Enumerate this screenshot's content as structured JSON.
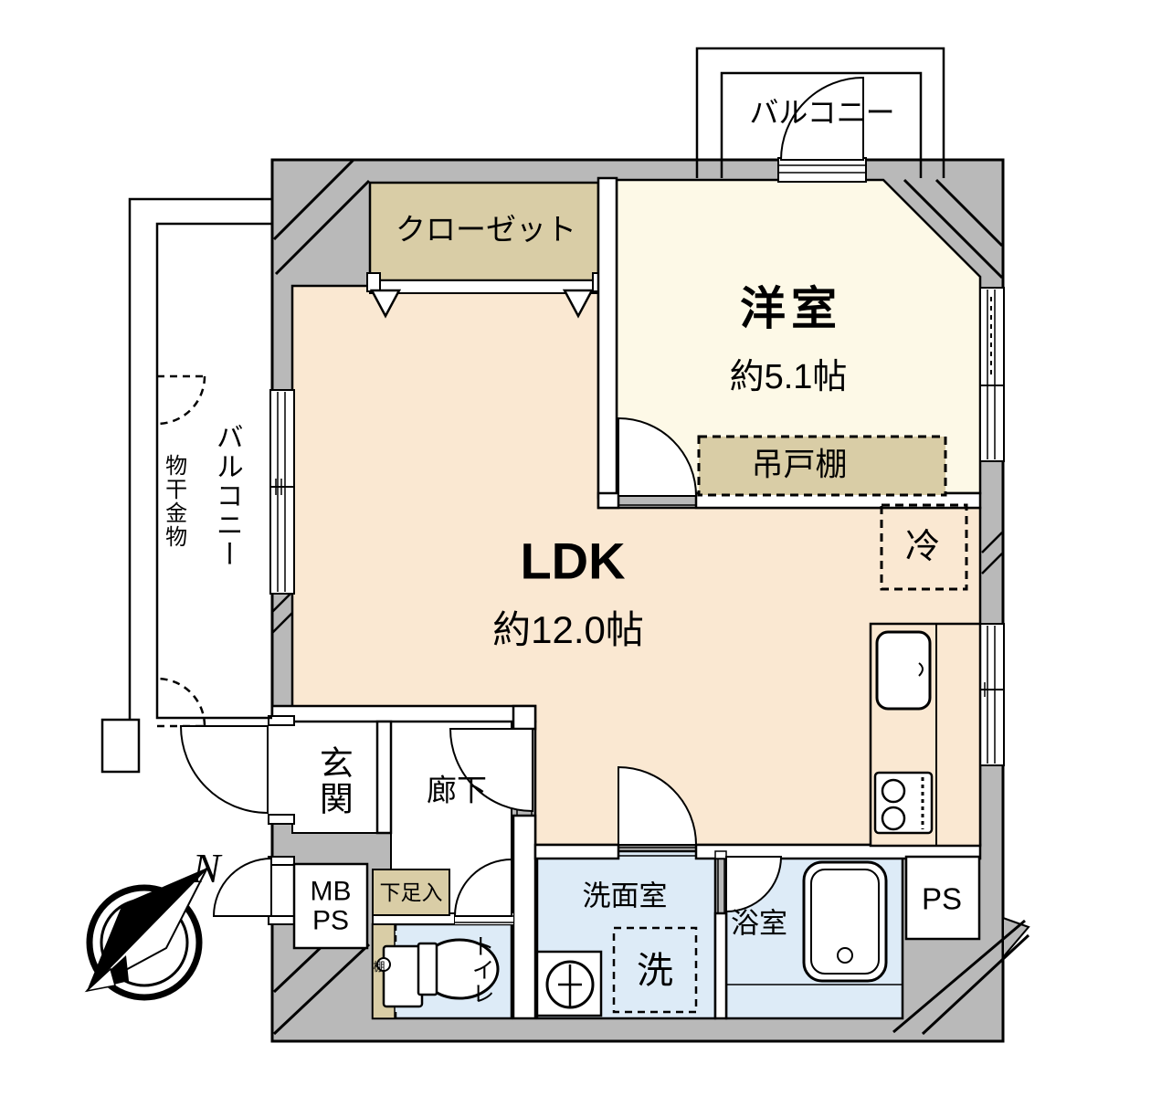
{
  "labels": {
    "balcony_top": "バルコニー",
    "balcony_left": "バルコニー",
    "laundry_hardware": "物干金物",
    "western_room": "洋室",
    "western_room_size": "約5.1帖",
    "closet": "クローゼット",
    "hanging_cupboard": "吊戸棚",
    "refrigerator": "冷",
    "ldk": "LDK",
    "ldk_size": "約12.0帖",
    "entrance": "玄関",
    "hallway": "廊下",
    "meter_box_line1": "MB",
    "meter_box_line2": "PS",
    "shoe_cabinet": "下足入",
    "toilet": "トイレ",
    "shelf": "棚",
    "washroom": "洗面室",
    "washing_machine": "洗",
    "bathroom": "浴室",
    "pipe_space": "PS",
    "compass_north": "N"
  },
  "rooms": [
    {
      "id": "western_room",
      "label": "洋室",
      "size": "約5.1帖"
    },
    {
      "id": "ldk",
      "label": "LDK",
      "size": "約12.0帖"
    },
    {
      "id": "entrance",
      "label": "玄関"
    },
    {
      "id": "hallway",
      "label": "廊下"
    },
    {
      "id": "toilet",
      "label": "トイレ"
    },
    {
      "id": "washroom",
      "label": "洗面室"
    },
    {
      "id": "bathroom",
      "label": "浴室"
    }
  ],
  "colors": {
    "wall": "#b9b9b9",
    "cream": "#fdf9e7",
    "peach": "#fae8d2",
    "tan": "#d9cda6",
    "blue": "#ddebf7"
  }
}
